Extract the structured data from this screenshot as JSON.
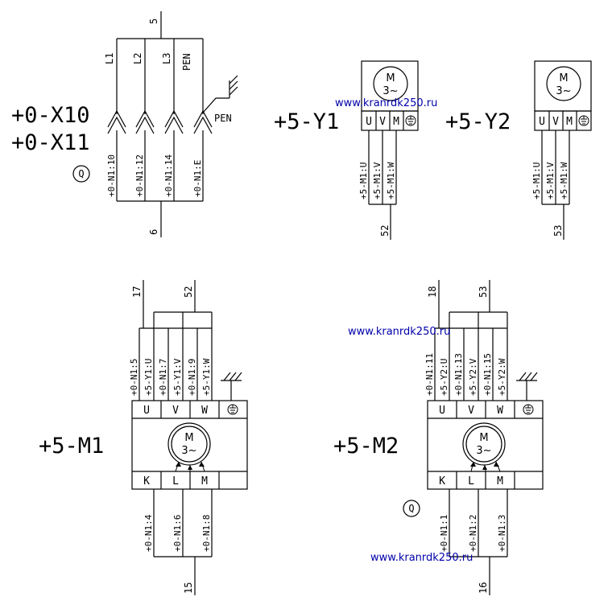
{
  "connector": {
    "label_top": "+0-X10",
    "label_bottom": "+0-X11",
    "wire_in": "5",
    "wire_out": "6",
    "phases": [
      "L1",
      "L2",
      "L3",
      "PEN"
    ],
    "ground_label": "PEN",
    "pins": [
      "+0-N1:10",
      "+0-N1:12",
      "+0-N1:14",
      "+0-N1:E"
    ],
    "marker": "Q"
  },
  "brake_y1": {
    "label": "+5-Y1",
    "motor_line1": "M",
    "motor_line2": "3~",
    "terminals": [
      "U",
      "V",
      "M"
    ],
    "wires": [
      "+5-M1:U",
      "+5-M1:V",
      "+5-M1:W"
    ],
    "wire_out": "52"
  },
  "brake_y2": {
    "label": "+5-Y2",
    "motor_line1": "M",
    "motor_line2": "3~",
    "terminals": [
      "U",
      "V",
      "M"
    ],
    "wires": [
      "+5-M1:U",
      "+5-M1:V",
      "+5-M1:W"
    ],
    "wire_out": "53"
  },
  "motor_m1": {
    "label": "+5-M1",
    "motor_line1": "M",
    "motor_line2": "3~",
    "wire_a": "17",
    "wire_b": "52",
    "top_wires": [
      "+0-N1:5",
      "+5-Y1:U",
      "+0-N1:7",
      "+5-Y1:V",
      "+0-N1:9",
      "+5-Y1:W"
    ],
    "top_terminals": [
      "U",
      "V",
      "W"
    ],
    "bottom_terminals": [
      "K",
      "L",
      "M"
    ],
    "bottom_wires": [
      "+0-N1:4",
      "+0-N1:6",
      "+0-N1:8"
    ],
    "wire_out": "15"
  },
  "motor_m2": {
    "label": "+5-M2",
    "motor_line1": "M",
    "motor_line2": "3~",
    "wire_a": "18",
    "wire_b": "53",
    "top_wires": [
      "+0-N1:11",
      "+5-Y2:U",
      "+0-N1:13",
      "+5-Y2:V",
      "+0-N1:15",
      "+5-Y2:W"
    ],
    "top_terminals": [
      "U",
      "V",
      "W"
    ],
    "bottom_terminals": [
      "K",
      "L",
      "M"
    ],
    "bottom_wires": [
      "+0-N1:1",
      "+0-N1:2",
      "+0-N1:3"
    ],
    "wire_out": "16",
    "marker": "Q"
  },
  "watermarks": [
    "www.kranrdk250.ru",
    "www.kranrdk250.ru",
    "www.kranrdk250.ru"
  ]
}
